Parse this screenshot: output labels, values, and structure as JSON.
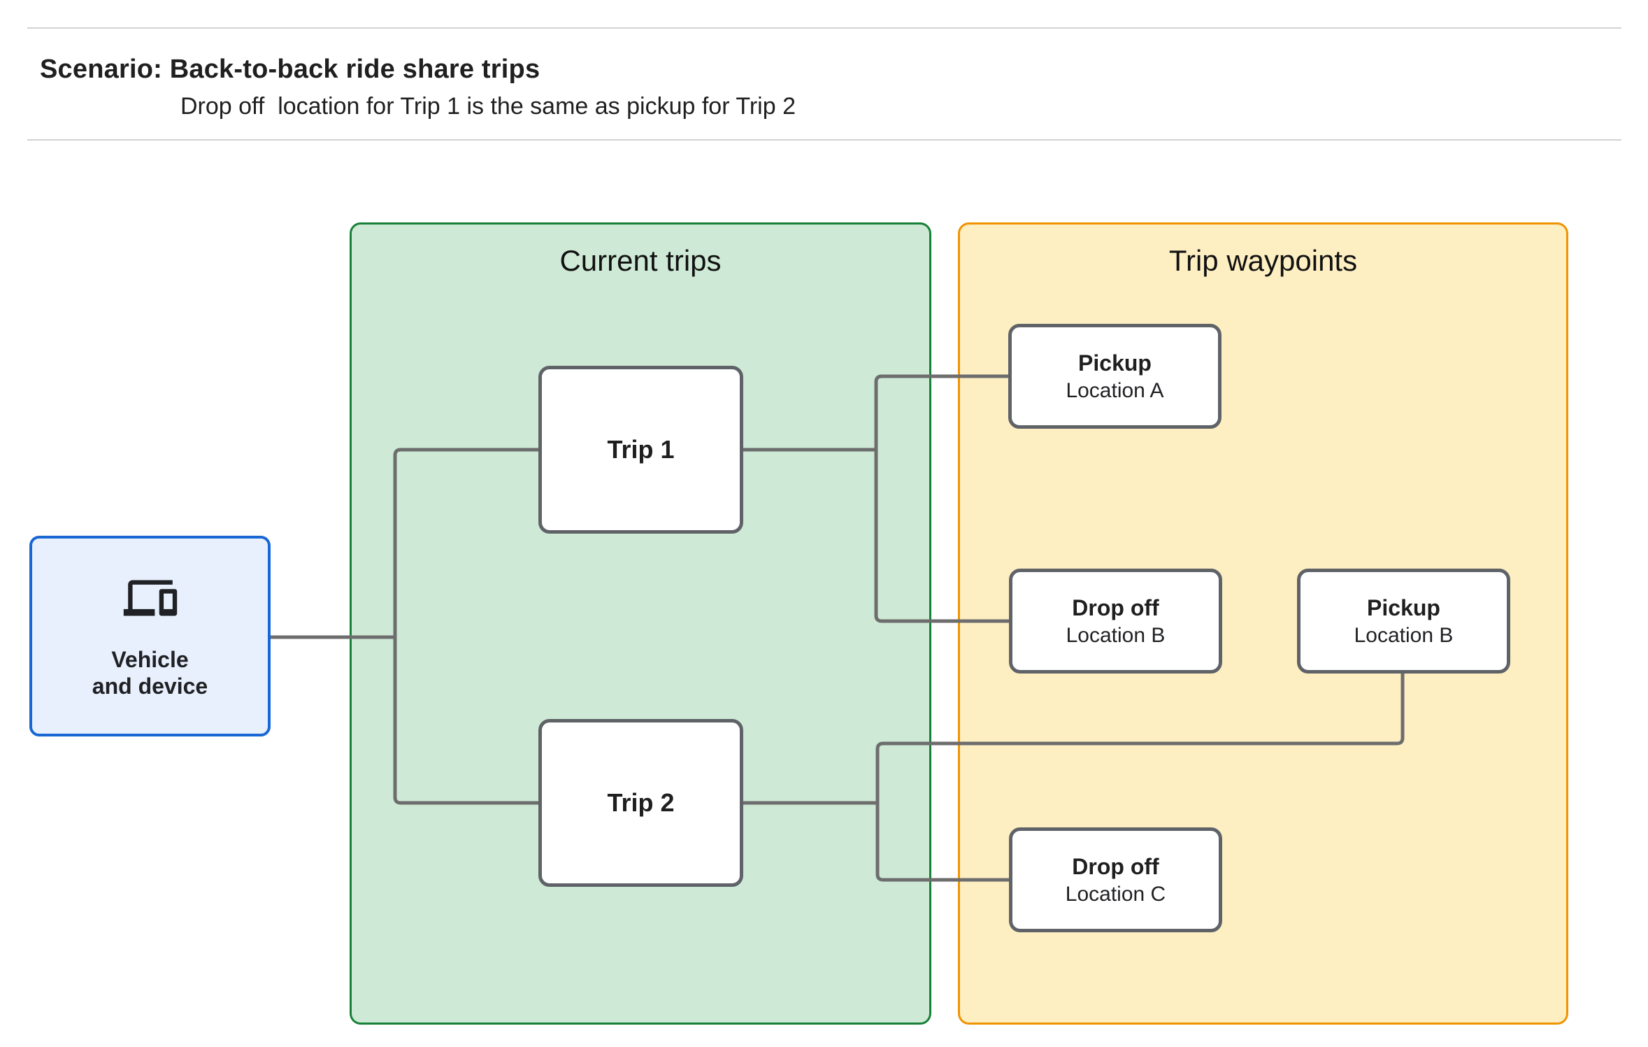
{
  "header": {
    "title": "Scenario: Back-to-back ride share trips",
    "subtitle": "Drop off  location for Trip 1 is the same as pickup for Trip 2"
  },
  "vehicle": {
    "icon": "devices-icon",
    "line1": "Vehicle",
    "line2": "and device"
  },
  "current_trips": {
    "title": "Current trips",
    "trips": [
      {
        "label": "Trip 1"
      },
      {
        "label": "Trip 2"
      }
    ]
  },
  "waypoints": {
    "title": "Trip waypoints",
    "boxes": [
      {
        "title": "Pickup",
        "subtitle": "Location A"
      },
      {
        "title": "Drop off",
        "subtitle": "Location B"
      },
      {
        "title": "Pickup",
        "subtitle": "Location B"
      },
      {
        "title": "Drop off",
        "subtitle": "Location C"
      }
    ]
  },
  "colors": {
    "green_fill": "#ceead6",
    "green_border": "#188038",
    "yellow_fill": "#feefc3",
    "orange_border": "#f09300",
    "blue_fill": "#e8f0fe",
    "blue_border": "#1967d2",
    "box_border": "#5f6368",
    "connector": "#6d6d6d"
  }
}
